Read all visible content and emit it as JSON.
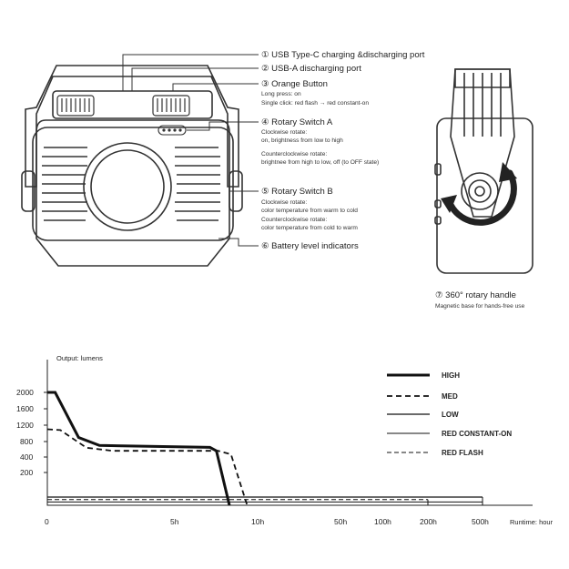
{
  "callouts": [
    {
      "title": "① USB Type-C charging &discharging port",
      "desc": []
    },
    {
      "title": "② USB-A discharging port",
      "desc": []
    },
    {
      "title": "③ Orange Button",
      "desc": [
        "Long press: on",
        "Single click: red flash → red constant-on"
      ]
    },
    {
      "title": "④ Rotary Switch A",
      "desc": [
        "Clockwise rotate:",
        "on, brightness from low to high",
        "Counterclockwise rotate:",
        "brightnee from high to low, off (to OFF state)"
      ]
    },
    {
      "title": "⑤ Rotary Switch B",
      "desc": [
        "Clockwise rotate:",
        "color temperature from warm to cold",
        "Counterclockwise rotate:",
        "color temperature from cold to warm"
      ]
    },
    {
      "title": "⑥ Battery level indicators",
      "desc": []
    }
  ],
  "handle": {
    "title": "⑦ 360° rotary handle",
    "desc": "Magnetic base for hands-free use"
  },
  "chart_data": {
    "type": "line",
    "ylabel": "Output: lumens",
    "xlabel": "Runtime: hour",
    "y_ticks": [
      "2000",
      "1600",
      "1200",
      "800",
      "400",
      "200"
    ],
    "x_ticks": [
      "0",
      "5h",
      "10h",
      "50h",
      "100h",
      "200h",
      "500h"
    ],
    "legend": [
      {
        "name": "HIGH",
        "style": "thick-solid"
      },
      {
        "name": "MED",
        "style": "dashed"
      },
      {
        "name": "LOW",
        "style": "solid"
      },
      {
        "name": "RED CONSTANT-ON",
        "style": "thin-solid"
      },
      {
        "name": "RED FLASH",
        "style": "thin-dashed"
      }
    ],
    "series": [
      {
        "name": "HIGH",
        "points": [
          [
            0,
            2000
          ],
          [
            0.3,
            2000
          ],
          [
            1.2,
            900
          ],
          [
            2,
            700
          ],
          [
            7,
            650
          ],
          [
            7.4,
            560
          ],
          [
            8.2,
            0
          ]
        ]
      },
      {
        "name": "MED",
        "points": [
          [
            0,
            1100
          ],
          [
            0.5,
            1080
          ],
          [
            1.5,
            640
          ],
          [
            2.5,
            560
          ],
          [
            7.5,
            560
          ],
          [
            8.3,
            470
          ],
          [
            9.3,
            0
          ]
        ]
      },
      {
        "name": "LOW",
        "points": [
          [
            0,
            50
          ],
          [
            500,
            50
          ]
        ]
      },
      {
        "name": "RED CONSTANT-ON",
        "points": [
          [
            0,
            20
          ],
          [
            500,
            20
          ]
        ]
      },
      {
        "name": "RED FLASH",
        "points": [
          [
            0,
            35
          ],
          [
            200,
            35
          ]
        ]
      }
    ]
  }
}
